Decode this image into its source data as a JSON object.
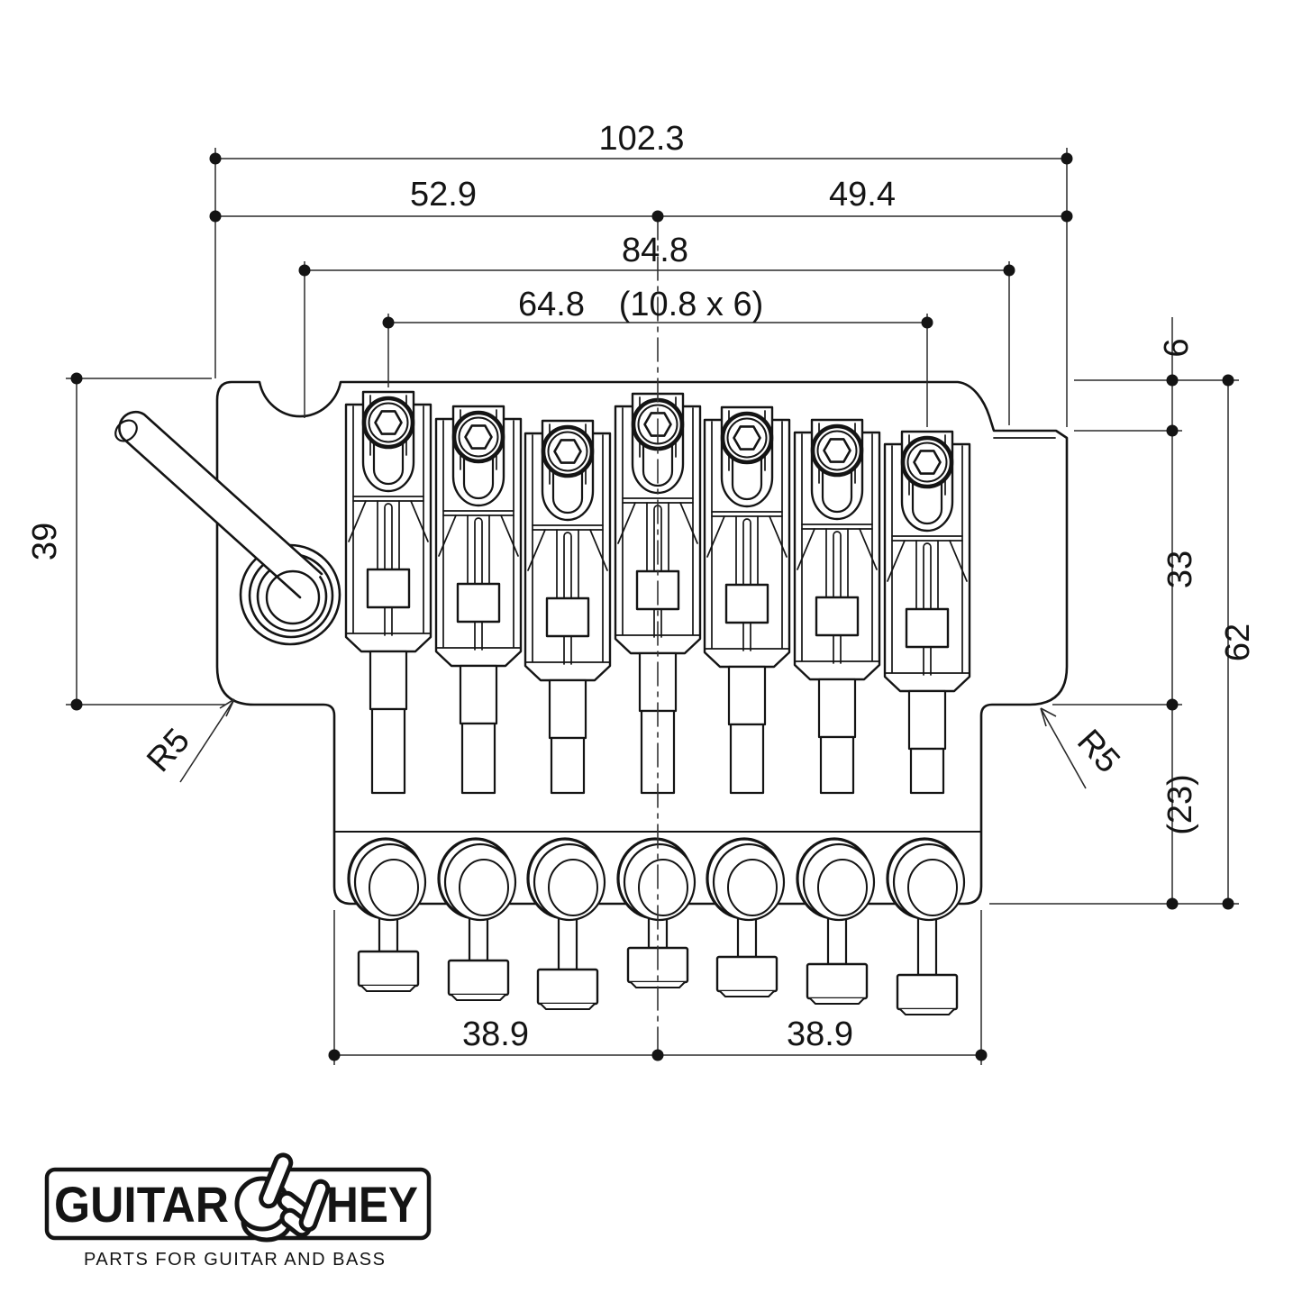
{
  "drawing": {
    "title": "7-string locking tremolo bridge dimensional drawing",
    "dimensions": {
      "overall_width": "102.3",
      "left_offset": "52.9",
      "right_offset": "49.4",
      "stud_spacing": "84.8",
      "string_spread": "64.8",
      "string_pitch_note": "(10.8 x 6)",
      "top_step": "6",
      "plate_height": "39",
      "mid_height": "33",
      "overall_height": "62",
      "tuner_block_depth": "(23)",
      "corner_radius_left": "R5",
      "corner_radius_right": "R5",
      "tuner_span_left": "38.9",
      "tuner_span_right": "38.9"
    }
  },
  "logo": {
    "word_left": "GUITAR",
    "word_right": "HEY",
    "hand_icon": "rock-horns-hand-icon",
    "tagline": "PARTS FOR GUITAR AND BASS",
    "ink_color": "#141414"
  }
}
